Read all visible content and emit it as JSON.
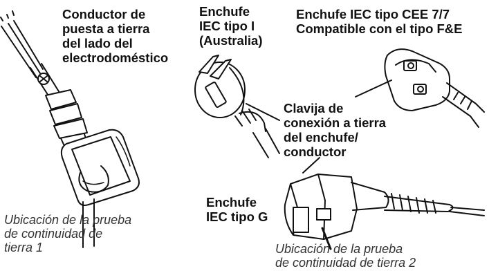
{
  "labels": {
    "appliance_ground": "Conductor de\npuesta a tierra\ndel lado del\nelectrodoméstico",
    "plug_type_i": "Enchufe\nIEC tipo I\n(Australia)",
    "plug_cee77": "Enchufe IEC tipo CEE 7/7\nCompatible con el tipo F&E",
    "ground_pin": "Clavija de\nconexión a tierra\ndel enchufe/\nconductor",
    "plug_type_g": "Enchufe\nIEC tipo G",
    "location_1": "Ubicación de la prueba\nde continuidad de\ntierra 1",
    "location_2": "Ubicación de la prueba\nde continuidad de tierra 2"
  },
  "colors": {
    "line": "#111111",
    "body": "#ffffff",
    "shade": "#cfcfcf",
    "text": "#111111"
  }
}
